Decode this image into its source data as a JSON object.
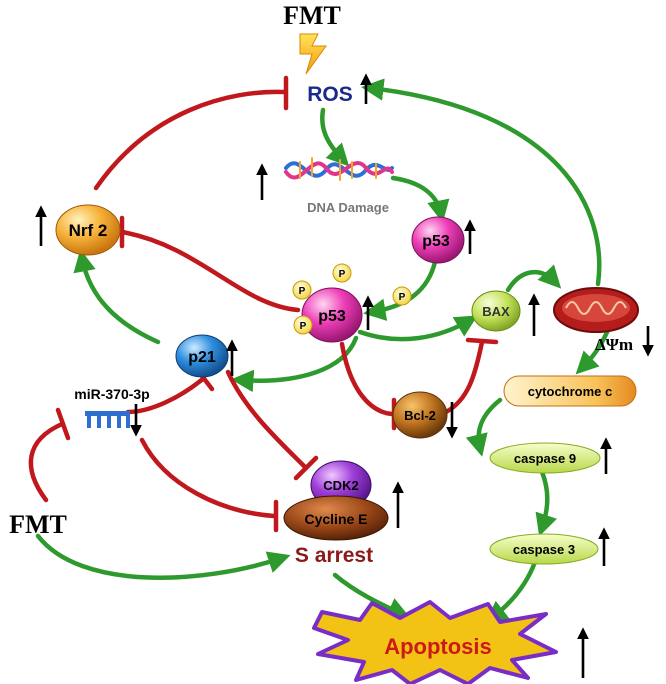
{
  "title": "FMT",
  "stimulus_bottom": "FMT",
  "nodes": {
    "ros": "ROS",
    "dna_damage": "DNA Damage",
    "p53": "p53",
    "p53_phos": "p53",
    "phospho": "P",
    "nrf2": "Nrf 2",
    "bax": "BAX",
    "delta_psi_m": "ΔΨm",
    "p21": "p21",
    "mirna": "miR-370-3p",
    "bcl2": "Bcl-2",
    "cytochrome_c": "cytochrome c",
    "caspase9": "caspase 9",
    "caspase3": "caspase 3",
    "cdk2": "CDK2",
    "cycline_e": "Cycline E",
    "s_arrest": "S arrest",
    "apoptosis": "Apoptosis"
  },
  "colors": {
    "activation": "#2e9a2e",
    "inhibition": "#c0181c",
    "ros_text": "#1a2a8c",
    "s_arrest_text": "#8b1a1a",
    "apoptosis_text": "#cc1a1a"
  }
}
